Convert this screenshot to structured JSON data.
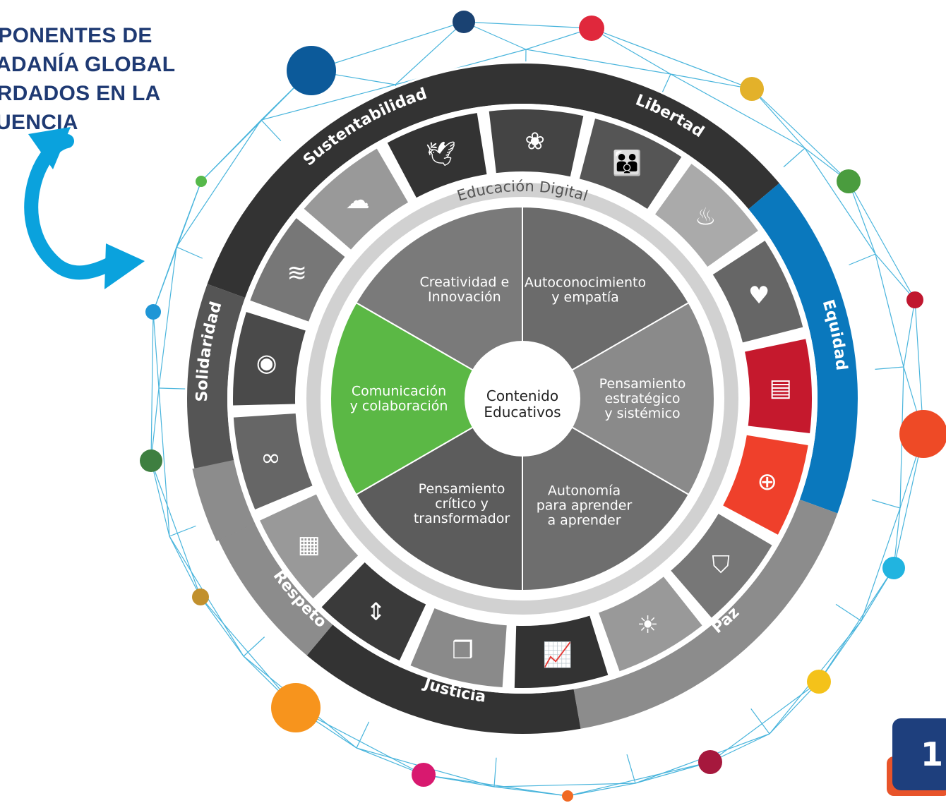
{
  "title": {
    "lines": [
      "MPONENTES DE",
      "DADANÍA GLOBAL",
      "ORDADOS EN LA",
      "CUENCIA"
    ]
  },
  "center_label": {
    "line1": "Contenido",
    "line2": "Educativos"
  },
  "inner_ring_label": "Educación Digital",
  "inner_segments": [
    {
      "lines": [
        "Creatividad e",
        "Innovación"
      ],
      "color": "#7a7a7a"
    },
    {
      "lines": [
        "Autoconocimiento",
        "y empatía"
      ],
      "color": "#6b6b6b"
    },
    {
      "lines": [
        "Pensamiento",
        "estratégico",
        "y sistémico"
      ],
      "color": "#8a8a8a"
    },
    {
      "lines": [
        "Autonomía",
        "para aprender",
        "a aprender"
      ],
      "color": "#6e6e6e"
    },
    {
      "lines": [
        "Pensamiento",
        "crítico y",
        "transformador"
      ],
      "color": "#5c5c5c"
    },
    {
      "lines": [
        "Comunicación",
        "y colaboración"
      ],
      "color": "#5bb845"
    }
  ],
  "outer_ring_labels": [
    {
      "text": "Sustentabilidad",
      "color": "#333333"
    },
    {
      "text": "Libertad",
      "color": "#333333"
    },
    {
      "text": "Equidad",
      "color": "#0a78bd"
    },
    {
      "text": "Paz",
      "color": "#8c8c8c"
    },
    {
      "text": "Justicia",
      "color": "#333333"
    },
    {
      "text": "Respeto",
      "color": "#8c8c8c"
    },
    {
      "text": "Solidaridad",
      "color": "#555555"
    }
  ],
  "sdg_tiles": [
    {
      "icon": "dove-gavel-icon",
      "color": "#333333"
    },
    {
      "icon": "rings-icon",
      "color": "#444444"
    },
    {
      "icon": "family-icon",
      "color": "#555555"
    },
    {
      "icon": "bowl-icon",
      "color": "#aaaaaa"
    },
    {
      "icon": "health-heart-icon",
      "color": "#666666"
    },
    {
      "icon": "book-pencil-icon",
      "color": "#c5192d"
    },
    {
      "icon": "gender-equality-icon",
      "color": "#ef402b"
    },
    {
      "icon": "water-drop-icon",
      "color": "#777777"
    },
    {
      "icon": "energy-sun-icon",
      "color": "#999999"
    },
    {
      "icon": "growth-chart-icon",
      "color": "#333333"
    },
    {
      "icon": "cubes-icon",
      "color": "#8a8a8a"
    },
    {
      "icon": "inequality-arrows-icon",
      "color": "#3a3a3a"
    },
    {
      "icon": "city-buildings-icon",
      "color": "#999999"
    },
    {
      "icon": "infinity-icon",
      "color": "#666666"
    },
    {
      "icon": "climate-eye-icon",
      "color": "#4a4a4a"
    },
    {
      "icon": "fish-wave-icon",
      "color": "#777777"
    },
    {
      "icon": "tree-land-icon",
      "color": "#999999"
    }
  ],
  "network_nodes": [
    {
      "color": "#0c5a9a"
    },
    {
      "color": "#1a4272"
    },
    {
      "color": "#e0283c"
    },
    {
      "color": "#e3b12a"
    },
    {
      "color": "#4a9c3e"
    },
    {
      "color": "#c0172f"
    },
    {
      "color": "#ee4a26"
    },
    {
      "color": "#21b4e0"
    },
    {
      "color": "#f4c21a"
    },
    {
      "color": "#a6183d"
    },
    {
      "color": "#f06a24"
    },
    {
      "color": "#d8196f"
    },
    {
      "color": "#f7941d"
    },
    {
      "color": "#c1902d"
    },
    {
      "color": "#3e7f40"
    },
    {
      "color": "#1f96d6"
    },
    {
      "color": "#56b94a"
    }
  ],
  "page_number": "1"
}
